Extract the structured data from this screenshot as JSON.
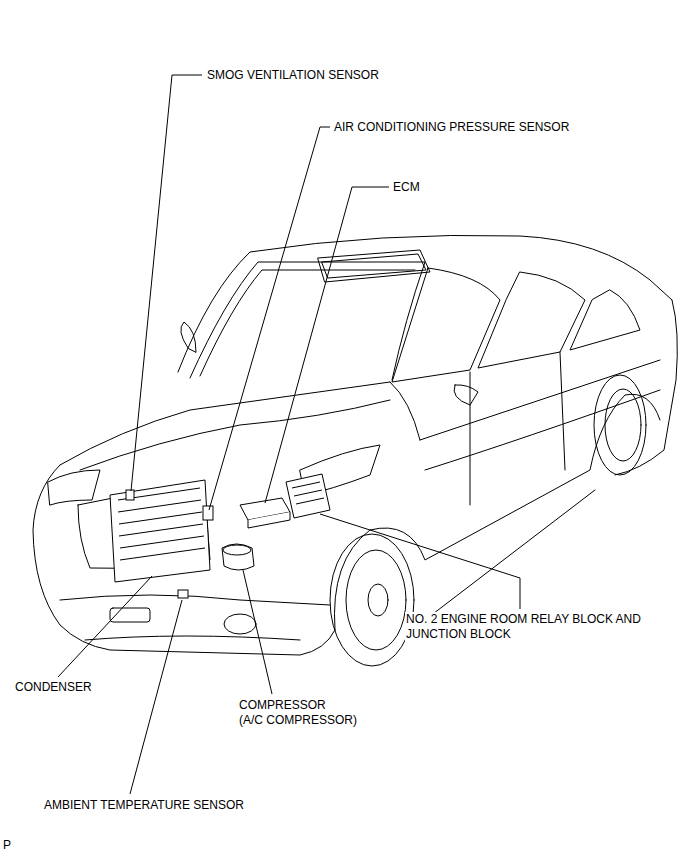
{
  "diagram": {
    "labels": [
      "SMOG VENTILATION SENSOR",
      "AIR CONDITIONING PRESSURE SENSOR",
      "ECM",
      "NO. 2 ENGINE ROOM RELAY BLOCK AND JUNCTION BLOCK",
      "CONDENSER",
      "COMPRESSOR (A/C COMPRESSOR)",
      "AMBIENT TEMPERATURE SENSOR",
      "P"
    ]
  }
}
